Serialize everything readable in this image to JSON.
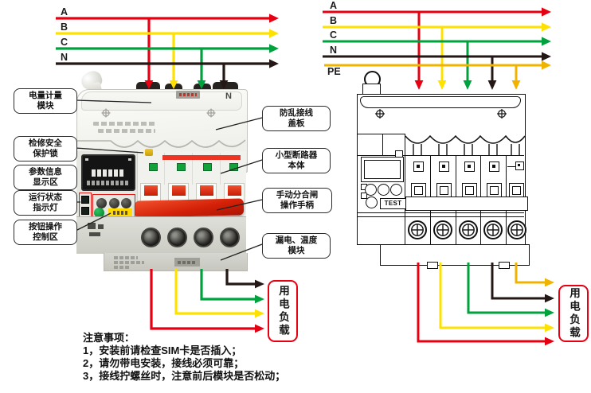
{
  "left_circuit": {
    "wire_labels": [
      "A",
      "B",
      "C",
      "N"
    ]
  },
  "right_circuit": {
    "wire_labels": [
      "A",
      "B",
      "C",
      "N",
      "PE"
    ]
  },
  "colors": {
    "phase_a": "#e60012",
    "phase_b": "#ffe100",
    "phase_c": "#00a23e",
    "neutral": "#231815",
    "pe": "#f0b400",
    "load_box_border": "#e60012",
    "handle_red": "#d42108",
    "indicator_green": "#12a23a",
    "lock_yellow": "#e8b90f",
    "annotation_red": "#e11a1a"
  },
  "callouts_left": [
    {
      "lines": [
        "电量计量",
        "模块"
      ]
    },
    {
      "lines": [
        "检修安全",
        "保护锁"
      ]
    },
    {
      "lines": [
        "参数信息",
        "显示区"
      ]
    },
    {
      "lines": [
        "运行状态",
        "指示灯"
      ]
    },
    {
      "lines": [
        "按钮操作",
        "控制区"
      ]
    }
  ],
  "callouts_right": [
    {
      "lines": [
        "防乱接线",
        "盖板"
      ]
    },
    {
      "lines": [
        "小型断路器",
        "本体"
      ]
    },
    {
      "lines": [
        "手动分合闸",
        "操作手柄"
      ]
    },
    {
      "lines": [
        "漏电、温度",
        "模块"
      ]
    }
  ],
  "left_device": {
    "n_terminal_label": "N"
  },
  "right_device": {
    "test_button_label": "TEST"
  },
  "load_box": {
    "label": "用电负载"
  },
  "notes": {
    "title": "注意事项：",
    "items": [
      "1，安装前请检查SIM卡是否插入；",
      "2，请勿带电安装，接线必须可靠；",
      "3，接线拧螺丝时，注意前后模块是否松动；"
    ]
  }
}
